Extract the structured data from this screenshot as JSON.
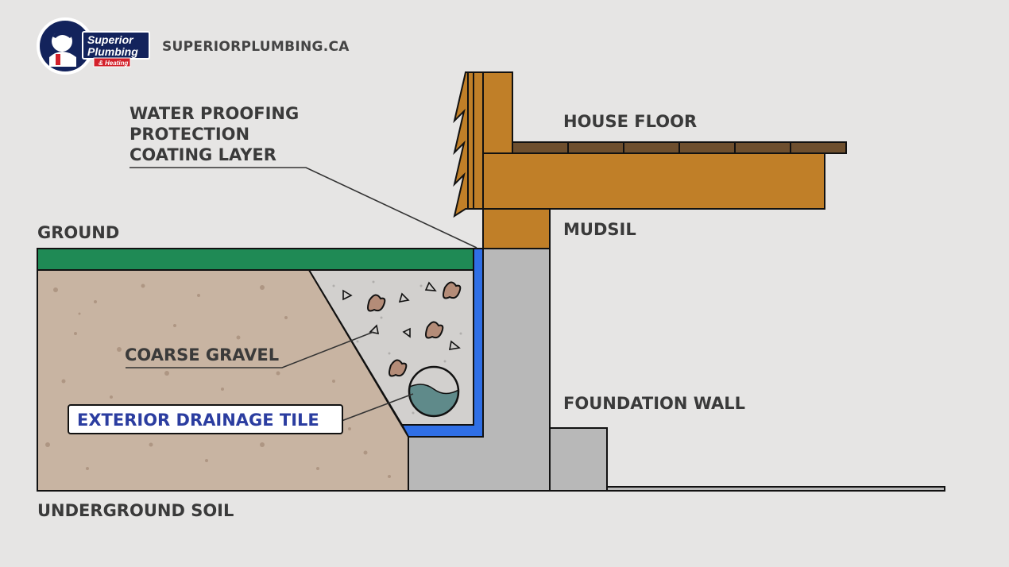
{
  "brand": {
    "logo_line1": "Superior",
    "logo_line2": "Plumbing",
    "logo_line3": "& Heating",
    "website": "SUPERIORPLUMBING.CA",
    "logo_icon": "plumber-mascot-icon",
    "navy": "#13235c",
    "red": "#d3202a"
  },
  "labels": {
    "waterproofing": [
      "WATER PROOFING",
      "PROTECTION",
      "COATING LAYER"
    ],
    "house_floor": "HOUSE FLOOR",
    "ground": "GROUND",
    "mudsil": "MUDSIL",
    "coarse_gravel": "COARSE GRAVEL",
    "exterior_drainage_tile": "EXTERIOR DRAINAGE TILE",
    "foundation_wall": "FOUNDATION WALL",
    "underground_soil": "UNDERGROUND SOIL"
  },
  "colors": {
    "background": "#e6e5e4",
    "wood": "#c07f28",
    "floor_boards": "#6e4f2e",
    "grass": "#1f8a55",
    "soil": "#c8b4a2",
    "gravel": "#d2d0ce",
    "concrete": "#b8b8b8",
    "waterproofing": "#2f6fe6",
    "water": "#5f8a8a",
    "stone": "#b48c78",
    "tile_label": "#2b3da0"
  }
}
